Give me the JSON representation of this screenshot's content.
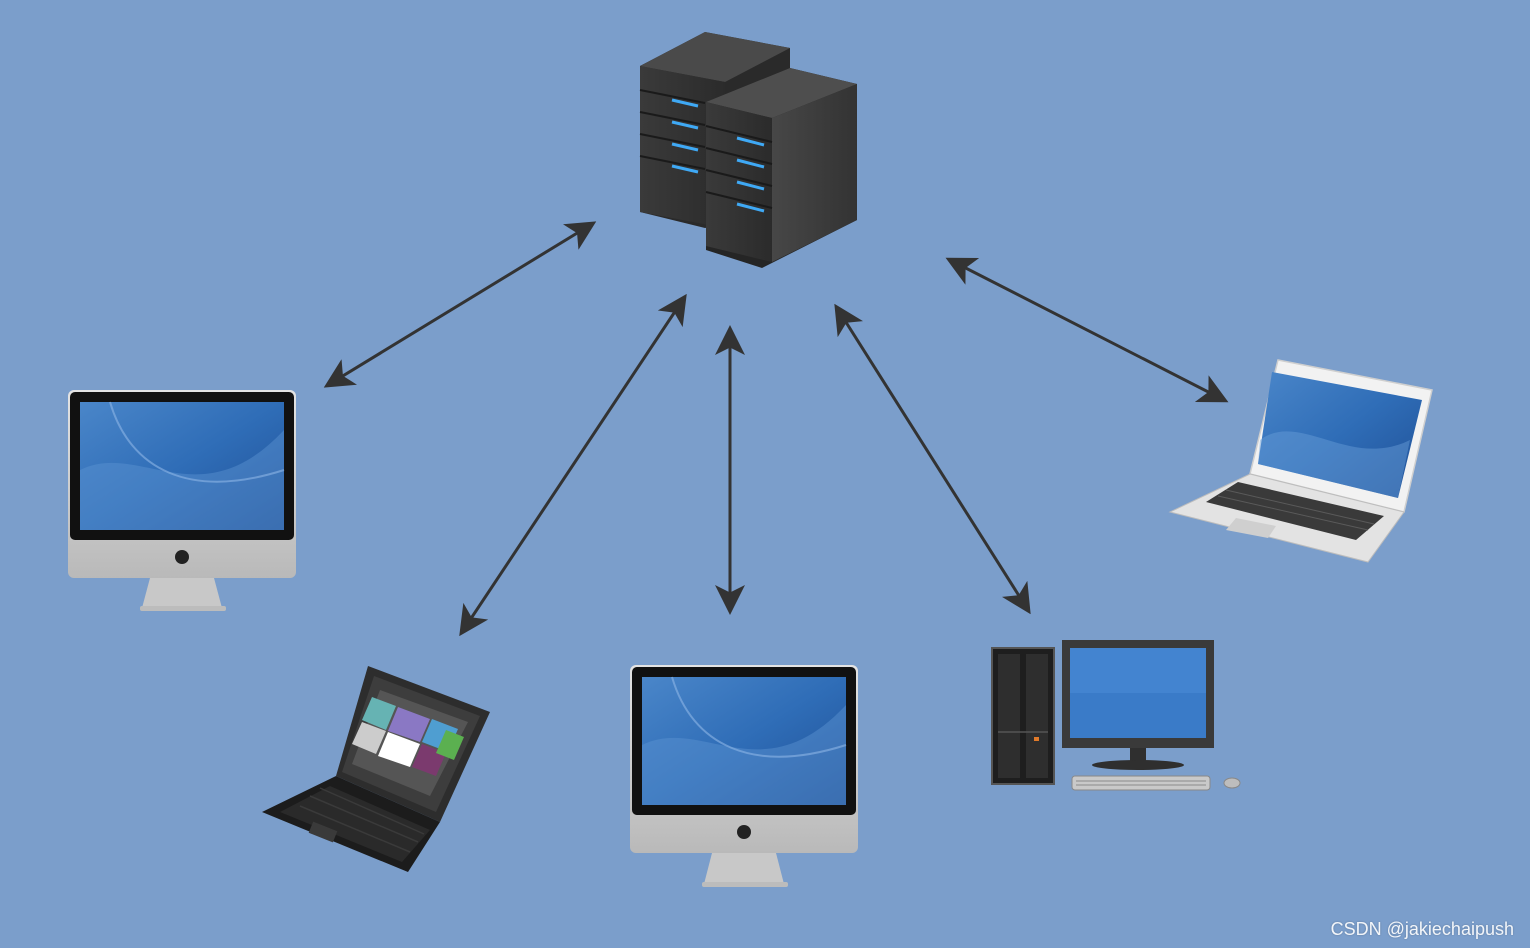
{
  "diagram": {
    "background_color": "#7b9ecb",
    "arrow_color": "#333333",
    "nodes": [
      {
        "id": "server",
        "icon": "server-rack-icon"
      },
      {
        "id": "imac-left",
        "icon": "imac-desktop-icon"
      },
      {
        "id": "netbook",
        "icon": "netbook-laptop-icon"
      },
      {
        "id": "imac-center",
        "icon": "imac-desktop-icon"
      },
      {
        "id": "tower-pc",
        "icon": "desktop-tower-pc-icon"
      },
      {
        "id": "laptop-right",
        "icon": "laptop-icon"
      }
    ],
    "edges": [
      {
        "from": "server",
        "to": "imac-left",
        "direction": "both"
      },
      {
        "from": "server",
        "to": "netbook",
        "direction": "both"
      },
      {
        "from": "server",
        "to": "imac-center",
        "direction": "both"
      },
      {
        "from": "server",
        "to": "tower-pc",
        "direction": "both"
      },
      {
        "from": "server",
        "to": "laptop-right",
        "direction": "both"
      }
    ]
  },
  "watermark": "CSDN @jakiechaipush"
}
